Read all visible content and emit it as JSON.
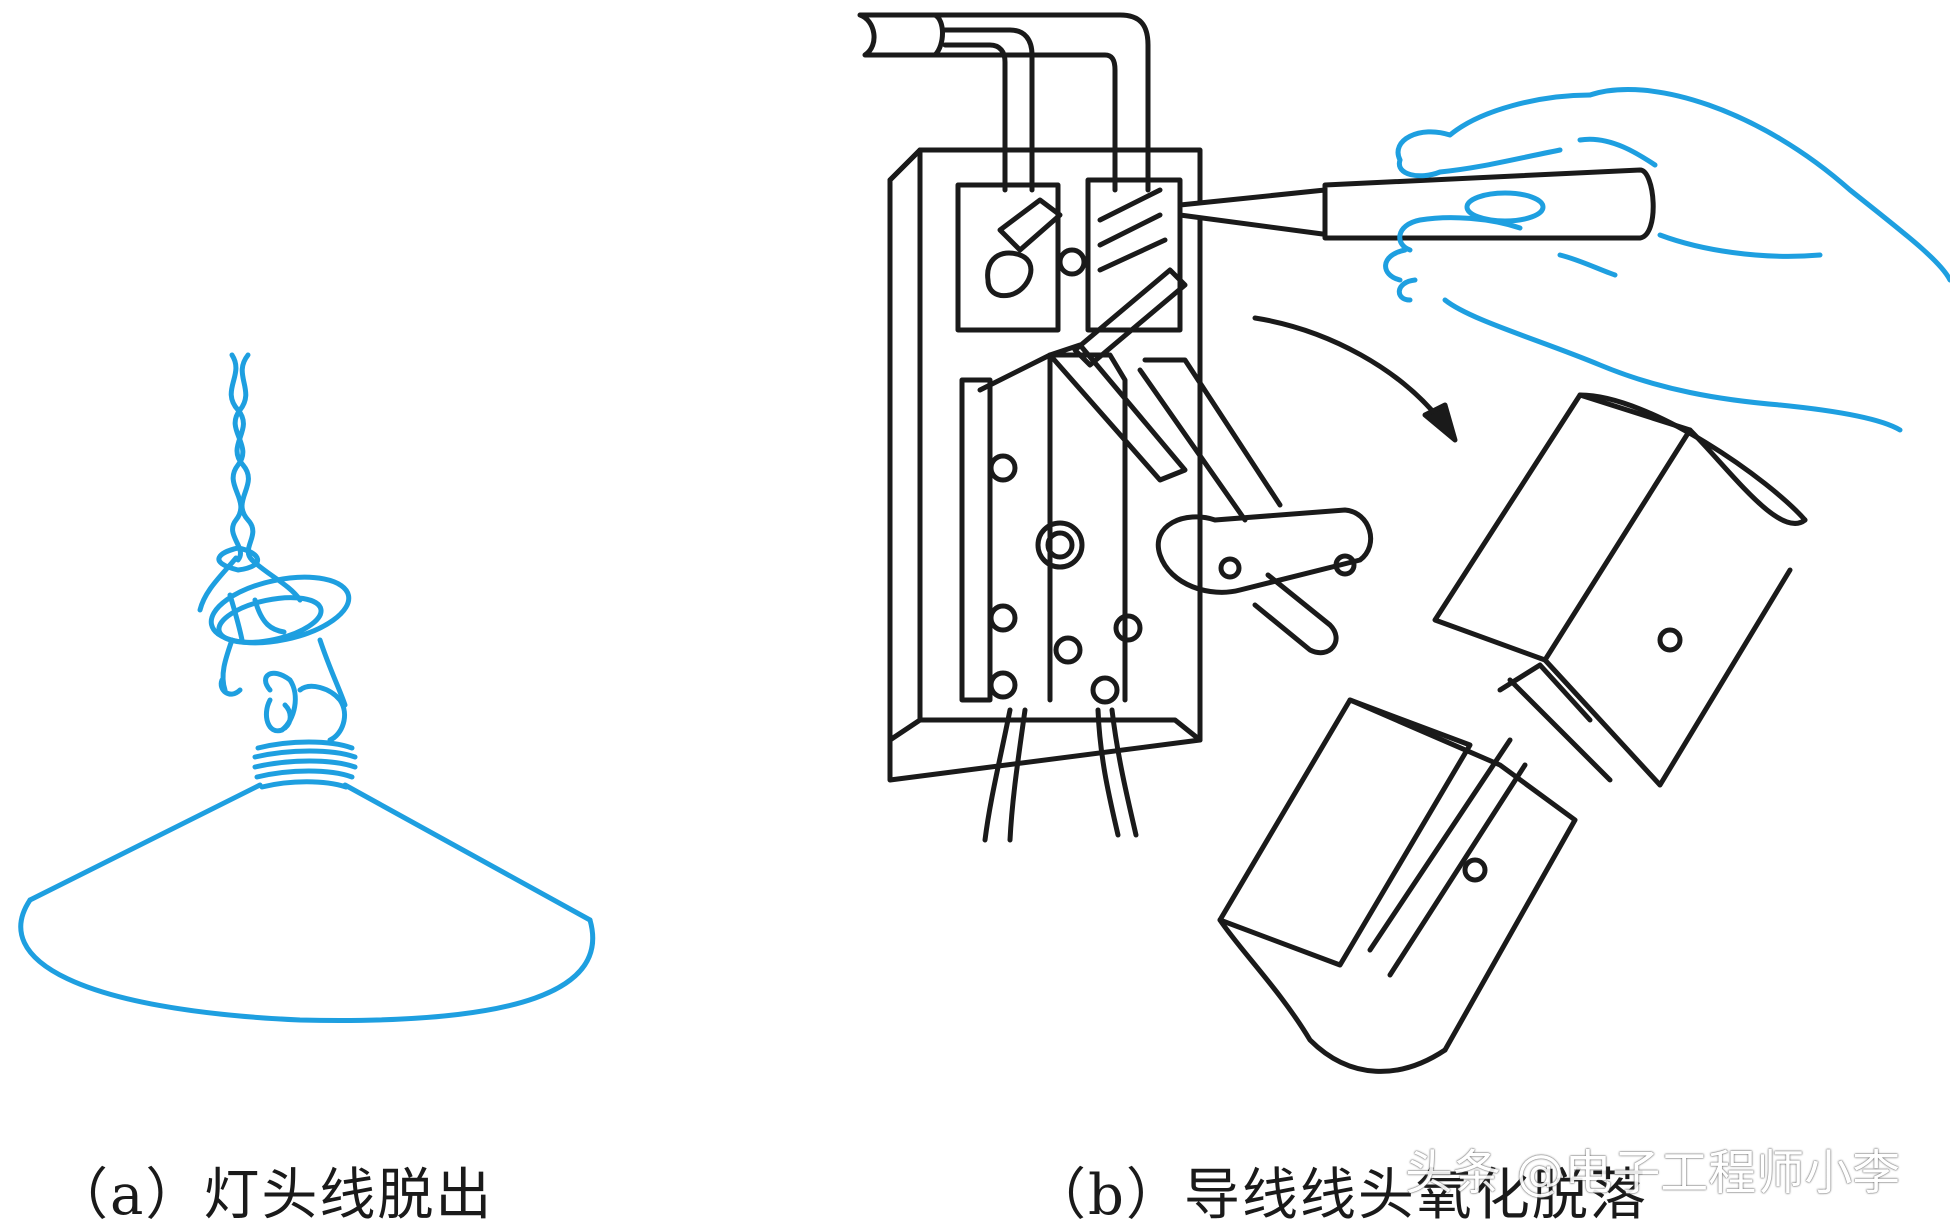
{
  "colors": {
    "blue": "#1e9fe0",
    "black": "#1a1a1a"
  },
  "captions": {
    "a": "（a）灯头线脱出",
    "b": "（b）导线线头氧化脱落"
  },
  "watermark": "头条 @电子工程师小李",
  "figures": {
    "a": {
      "subject": "hanging lamp with loose lamp-holder wire"
    },
    "b": {
      "subject": "knife switch with oxidized wire end being inspected with screwdriver"
    }
  }
}
